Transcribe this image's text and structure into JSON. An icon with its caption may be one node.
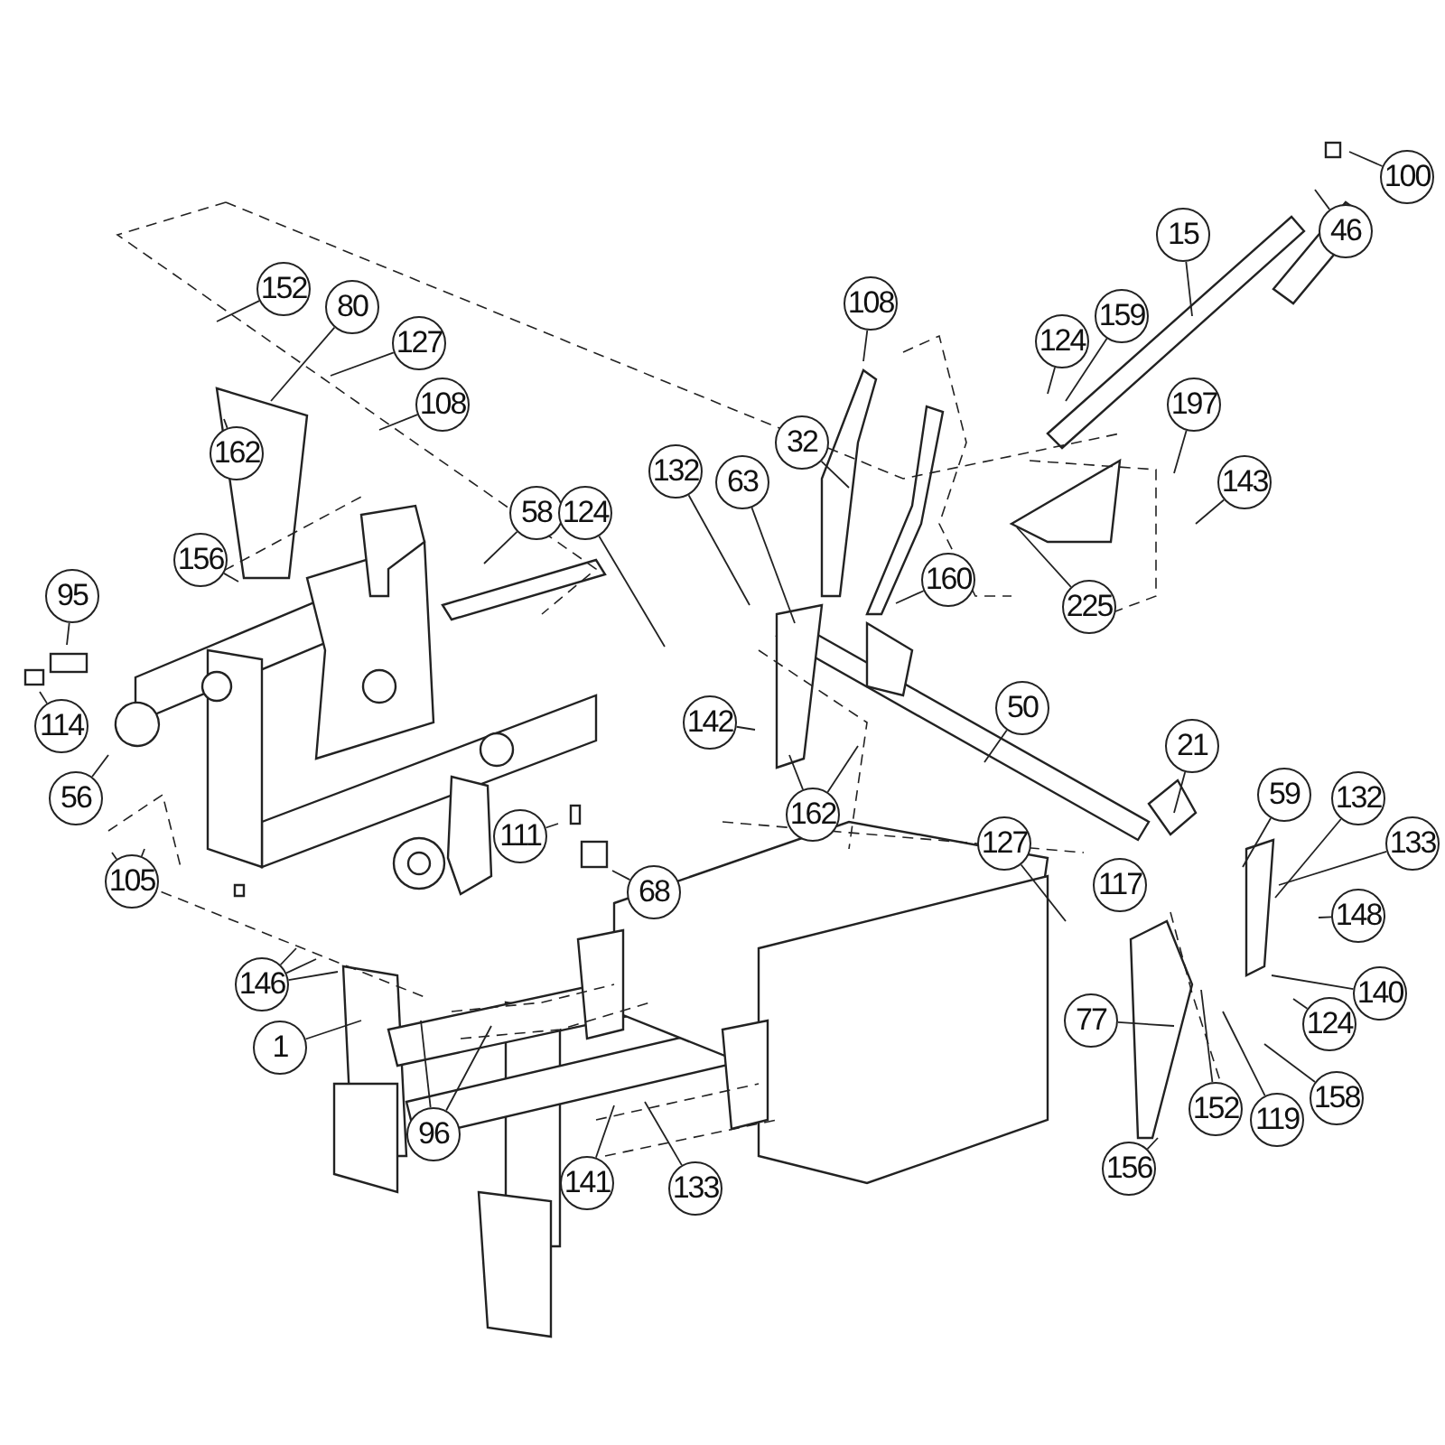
{
  "diagram": {
    "nodes": [
      {
        "text": [
          "100"
        ]
      },
      {
        "text": [
          "46"
        ]
      },
      {
        "text": [
          "15"
        ]
      },
      {
        "text": [
          "152"
        ]
      },
      {
        "text": [
          "108"
        ]
      },
      {
        "text": [
          "80"
        ]
      },
      {
        "text": [
          "159"
        ]
      },
      {
        "text": [
          "124"
        ]
      },
      {
        "text": [
          "127"
        ]
      },
      {
        "text": [
          "108"
        ]
      },
      {
        "text": [
          "197"
        ]
      },
      {
        "text": [
          "32"
        ]
      },
      {
        "text": [
          "162"
        ]
      },
      {
        "text": [
          "132"
        ]
      },
      {
        "text": [
          "63"
        ]
      },
      {
        "text": [
          "143"
        ]
      },
      {
        "text": [
          "58"
        ]
      },
      {
        "text": [
          "124"
        ]
      },
      {
        "text": [
          "156"
        ]
      },
      {
        "text": [
          "160"
        ]
      },
      {
        "text": [
          "95"
        ]
      },
      {
        "text": [
          "225"
        ]
      },
      {
        "text": [
          "50"
        ]
      },
      {
        "text": [
          "114"
        ]
      },
      {
        "text": [
          "142"
        ]
      },
      {
        "text": [
          "21"
        ]
      },
      {
        "text": [
          "56"
        ]
      },
      {
        "text": [
          "59"
        ]
      },
      {
        "text": [
          "132"
        ]
      },
      {
        "text": [
          "162"
        ]
      },
      {
        "text": [
          "111"
        ]
      },
      {
        "text": [
          "127"
        ]
      },
      {
        "text": [
          "133"
        ]
      },
      {
        "text": [
          "68"
        ]
      },
      {
        "text": [
          "117"
        ]
      },
      {
        "text": [
          "105"
        ]
      },
      {
        "text": [
          "148"
        ]
      },
      {
        "text": [
          "146"
        ]
      },
      {
        "text": [
          "140"
        ]
      },
      {
        "text": [
          "77"
        ]
      },
      {
        "text": [
          "124"
        ]
      },
      {
        "text": [
          "1"
        ]
      },
      {
        "text": [
          "158"
        ]
      },
      {
        "text": [
          "152"
        ]
      },
      {
        "text": [
          "119"
        ]
      },
      {
        "text": [
          "96"
        ]
      },
      {
        "text": [
          "156"
        ]
      },
      {
        "text": [
          "141"
        ]
      },
      {
        "text": [
          "133"
        ]
      }
    ],
    "edges": [
      {
        "from": 0,
        "to": null,
        "arrow": "none"
      },
      {
        "from": 1,
        "to": null,
        "arrow": "none"
      },
      {
        "from": 2,
        "to": null,
        "arrow": "none"
      },
      {
        "from": 3,
        "to": null,
        "arrow": "none"
      },
      {
        "from": 4,
        "to": null,
        "arrow": "none"
      },
      {
        "from": 5,
        "to": null,
        "arrow": "none"
      },
      {
        "from": 6,
        "to": null,
        "arrow": "none"
      },
      {
        "from": 7,
        "to": null,
        "arrow": "none"
      },
      {
        "from": 8,
        "to": null,
        "arrow": "none"
      },
      {
        "from": 9,
        "to": null,
        "arrow": "none"
      },
      {
        "from": 10,
        "to": null,
        "arrow": "none"
      },
      {
        "from": 11,
        "to": null,
        "arrow": "none"
      },
      {
        "from": 12,
        "to": null,
        "arrow": "none"
      },
      {
        "from": 13,
        "to": null,
        "arrow": "none"
      },
      {
        "from": 14,
        "to": null,
        "arrow": "none"
      },
      {
        "from": 15,
        "to": null,
        "arrow": "none"
      },
      {
        "from": 16,
        "to": null,
        "arrow": "none"
      },
      {
        "from": 17,
        "to": null,
        "arrow": "none"
      },
      {
        "from": 18,
        "to": null,
        "arrow": "none"
      },
      {
        "from": 19,
        "to": null,
        "arrow": "none"
      },
      {
        "from": 20,
        "to": null,
        "arrow": "none"
      },
      {
        "from": 21,
        "to": null,
        "arrow": "none"
      },
      {
        "from": 22,
        "to": null,
        "arrow": "none"
      },
      {
        "from": 23,
        "to": null,
        "arrow": "none"
      },
      {
        "from": 24,
        "to": null,
        "arrow": "none"
      },
      {
        "from": 25,
        "to": null,
        "arrow": "none"
      },
      {
        "from": 26,
        "to": null,
        "arrow": "none"
      },
      {
        "from": 27,
        "to": null,
        "arrow": "none"
      },
      {
        "from": 28,
        "to": null,
        "arrow": "none"
      },
      {
        "from": 29,
        "to": null,
        "arrow": "none"
      },
      {
        "from": 29,
        "to": null,
        "arrow": "none"
      },
      {
        "from": 30,
        "to": null,
        "arrow": "none"
      },
      {
        "from": 31,
        "to": null,
        "arrow": "none"
      },
      {
        "from": 32,
        "to": null,
        "arrow": "none"
      },
      {
        "from": 33,
        "to": null,
        "arrow": "none"
      },
      {
        "from": 35,
        "to": null,
        "arrow": "none"
      },
      {
        "from": 35,
        "to": null,
        "arrow": "none"
      },
      {
        "from": 36,
        "to": null,
        "arrow": "none"
      },
      {
        "from": 37,
        "to": null,
        "arrow": "none"
      },
      {
        "from": 37,
        "to": null,
        "arrow": "none"
      },
      {
        "from": 37,
        "to": null,
        "arrow": "none"
      },
      {
        "from": 38,
        "to": null,
        "arrow": "none"
      },
      {
        "from": 39,
        "to": null,
        "arrow": "none"
      },
      {
        "from": 40,
        "to": null,
        "arrow": "none"
      },
      {
        "from": 41,
        "to": null,
        "arrow": "none"
      },
      {
        "from": 42,
        "to": null,
        "arrow": "none"
      },
      {
        "from": 43,
        "to": null,
        "arrow": "none"
      },
      {
        "from": 44,
        "to": null,
        "arrow": "none"
      },
      {
        "from": 45,
        "to": null,
        "arrow": "none"
      },
      {
        "from": 45,
        "to": null,
        "arrow": "none"
      },
      {
        "from": 46,
        "to": null,
        "arrow": "none"
      },
      {
        "from": 47,
        "to": null,
        "arrow": "none"
      },
      {
        "from": 48,
        "to": null,
        "arrow": "none"
      }
    ]
  }
}
